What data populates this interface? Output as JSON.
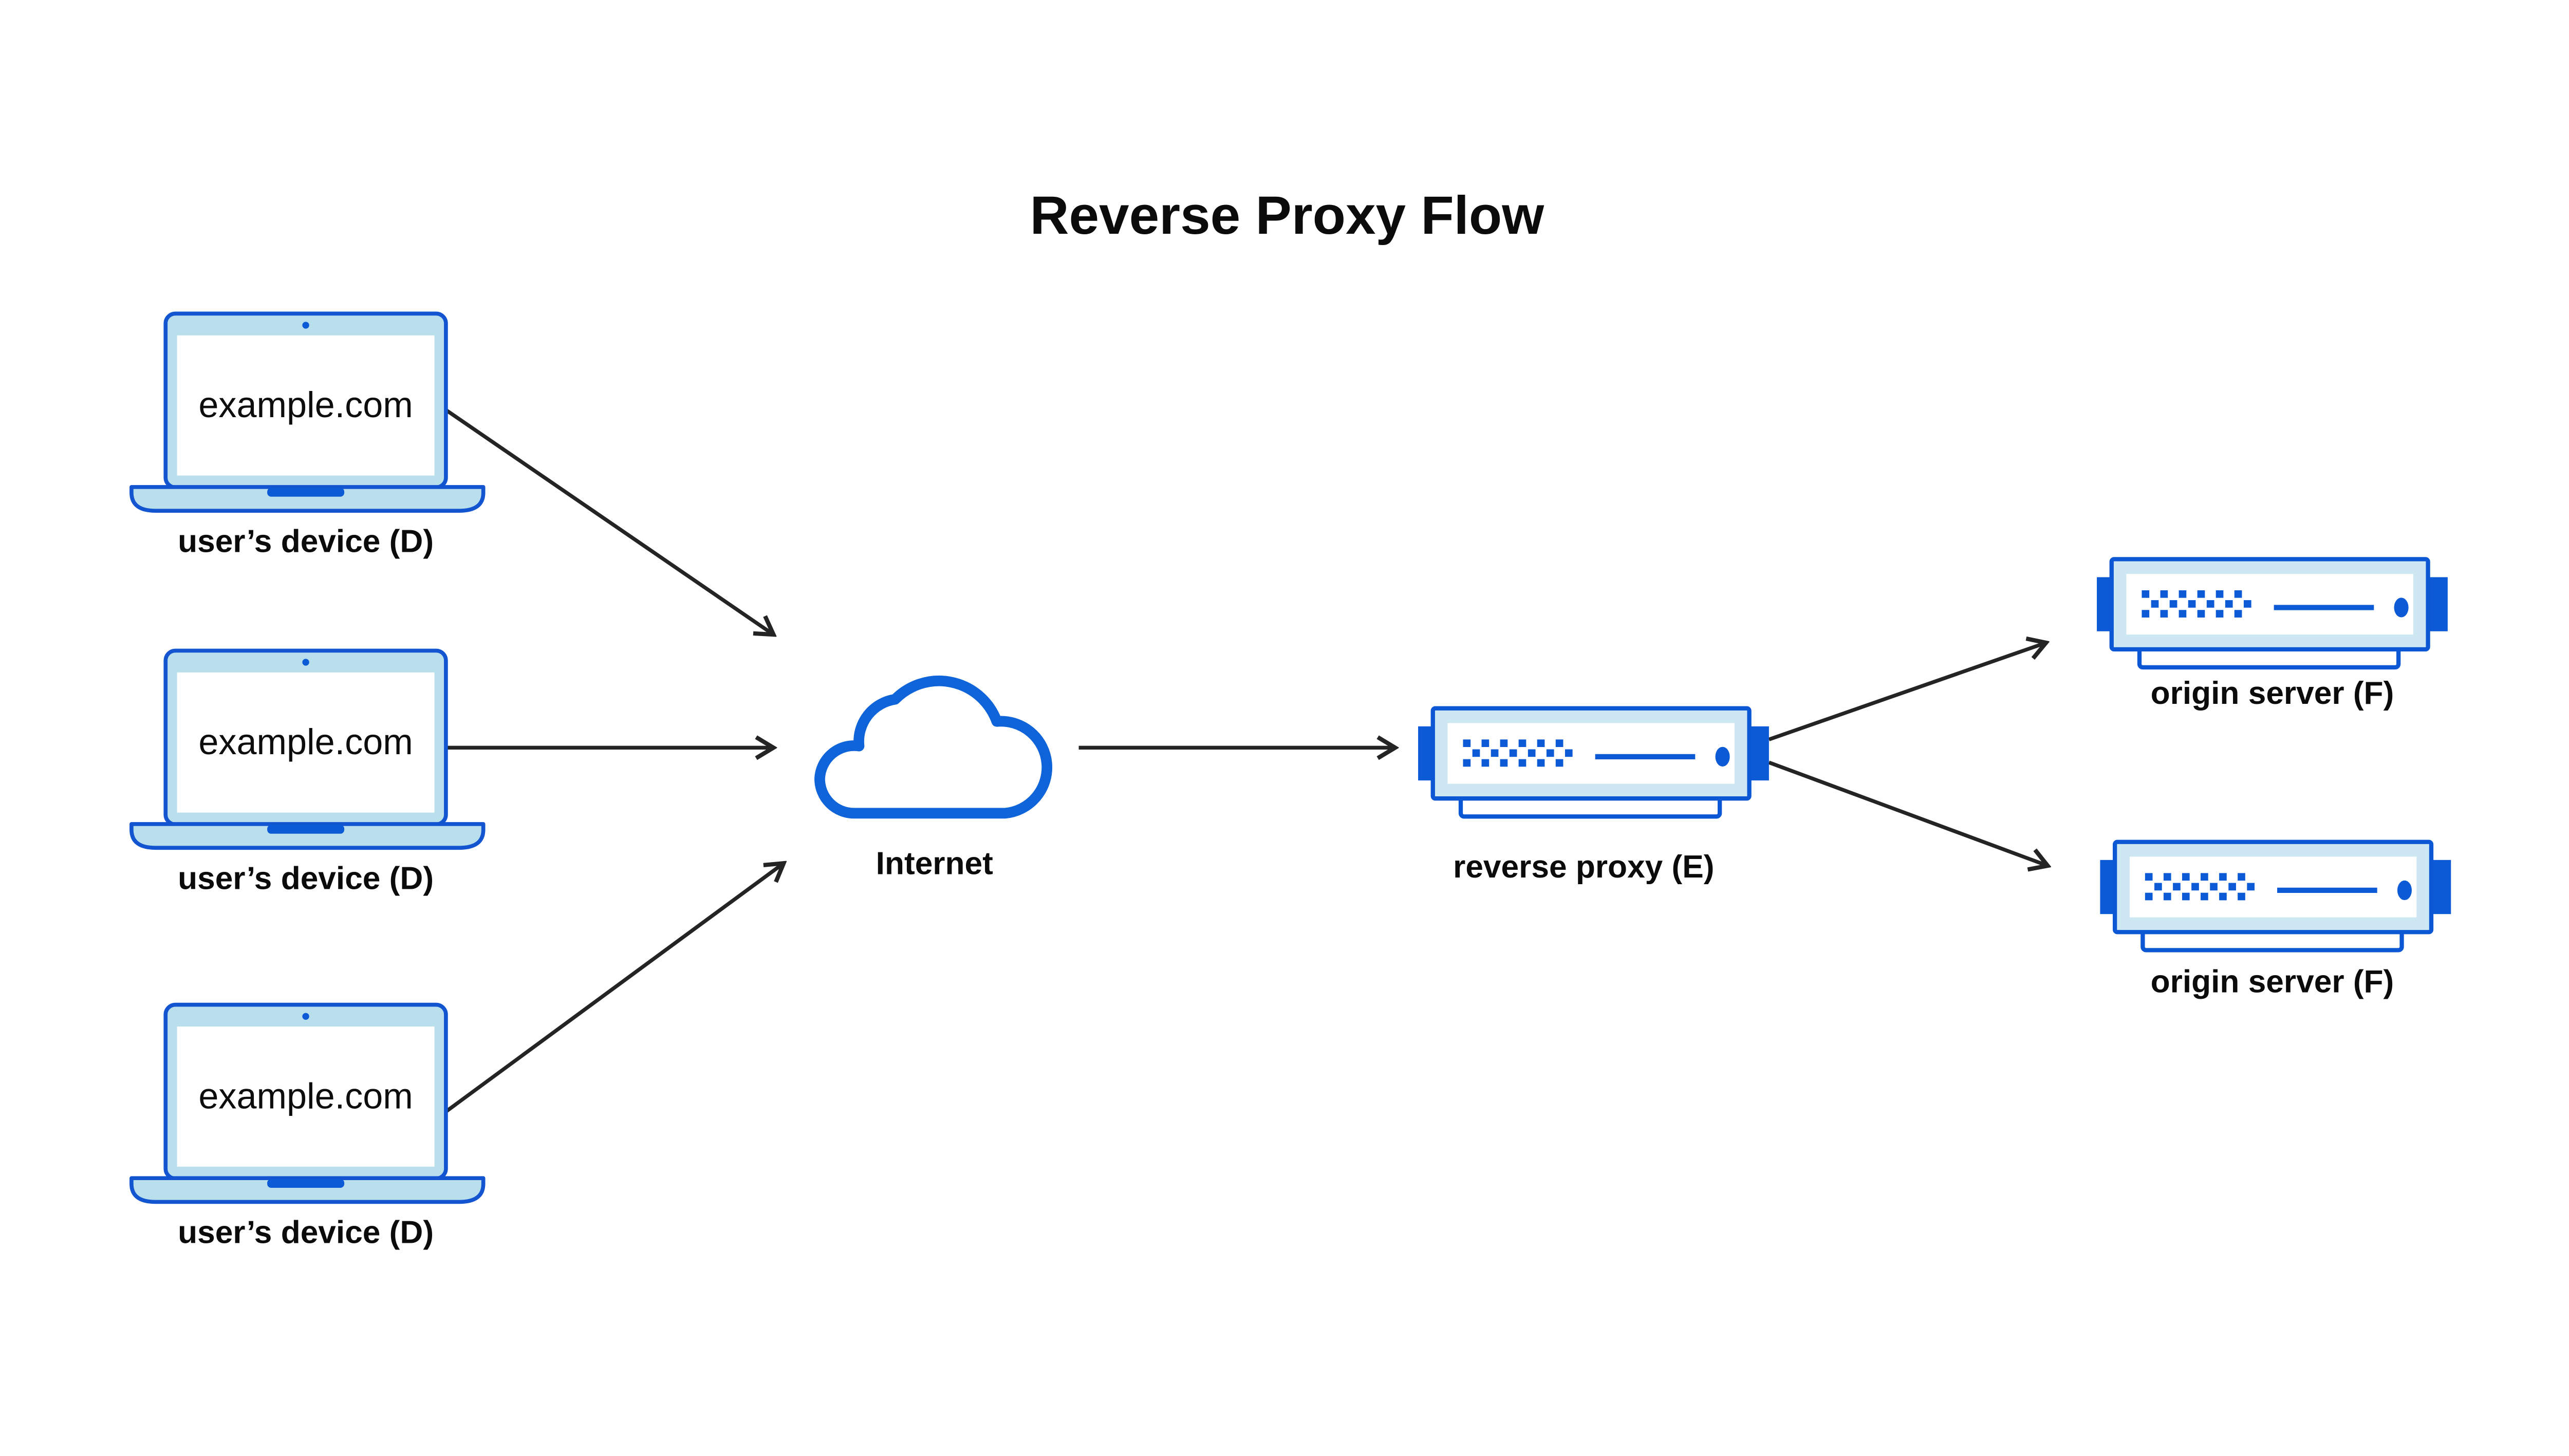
{
  "title": "Reverse Proxy Flow",
  "nodes": {
    "user_devices": [
      {
        "id": "user-device-1",
        "screen_text": "example.com",
        "caption": "user’s device (D)"
      },
      {
        "id": "user-device-2",
        "screen_text": "example.com",
        "caption": "user’s device (D)"
      },
      {
        "id": "user-device-3",
        "screen_text": "example.com",
        "caption": "user’s device (D)"
      }
    ],
    "internet": {
      "id": "internet",
      "caption": "Internet"
    },
    "reverse_proxy": {
      "id": "reverse-proxy",
      "caption": "reverse proxy (E)"
    },
    "origin_servers": [
      {
        "id": "origin-server-1",
        "caption": "origin server (F)"
      },
      {
        "id": "origin-server-2",
        "caption": "origin server (F)"
      }
    ]
  },
  "edges": [
    {
      "from": "user-device-1",
      "to": "internet"
    },
    {
      "from": "user-device-2",
      "to": "internet"
    },
    {
      "from": "user-device-3",
      "to": "internet"
    },
    {
      "from": "internet",
      "to": "reverse-proxy"
    },
    {
      "from": "reverse-proxy",
      "to": "origin-server-1"
    },
    {
      "from": "reverse-proxy",
      "to": "origin-server-2"
    }
  ],
  "colors": {
    "background": "#ffffff",
    "laptop_outline": "#1355d0",
    "laptop_fill": "#b8dfeb",
    "server_outline": "#0c57d4",
    "server_fill": "#cde8f2",
    "accent_blue": "#0c5ad5",
    "cloud_blue": "#0f64da",
    "arrow": "#242424",
    "text": "#0b0b0b"
  },
  "icons": {
    "laptop-icon": "open laptop with screen, camera dot, base with notch",
    "cloud-icon": "outlined cloud",
    "server-icon": "rack server box with side tabs, vent dots, slot line and power dot",
    "arrow-icon": "open chevron arrowhead"
  }
}
